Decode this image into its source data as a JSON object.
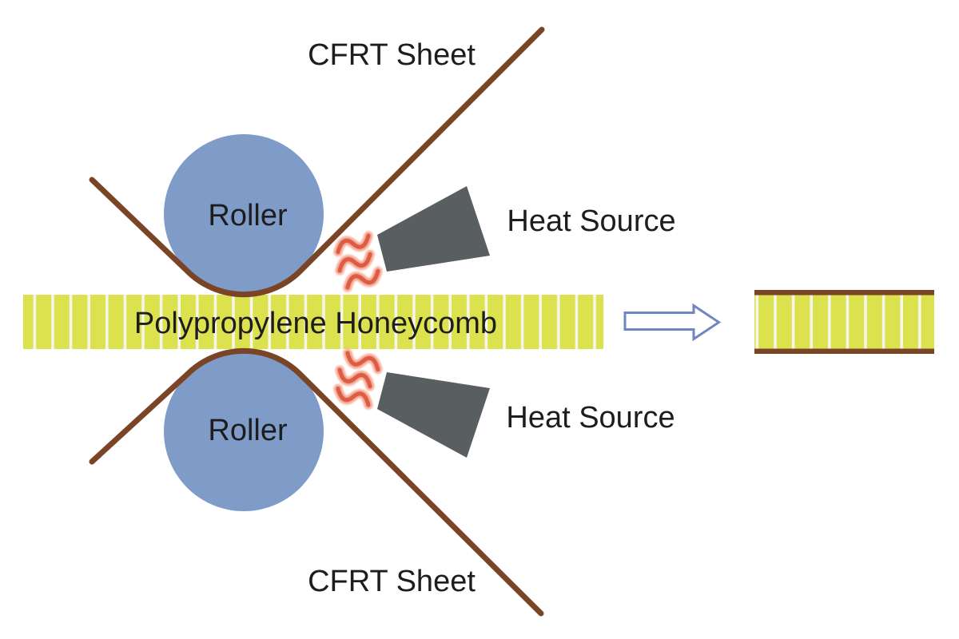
{
  "labels": {
    "cfrt_sheet_top": "CFRT Sheet",
    "cfrt_sheet_bottom": "CFRT Sheet",
    "roller_top": "Roller",
    "roller_bottom": "Roller",
    "heat_source_top": "Heat Source",
    "heat_source_bottom": "Heat Source",
    "honeycomb": "Polypropylene Honeycomb"
  },
  "icons": {
    "flow_arrow": "right-block-arrow",
    "heat_waves": "heat-wave-squiggles"
  },
  "colors": {
    "background": "#ffffff",
    "honeycomb_yellow": "#dce14e",
    "honeycomb_stripe": "#f5f5ec",
    "roller_blue": "#7f9cc9",
    "cfrt_sheet_brown": "#7a4527",
    "heat_source_gray": "#595e61",
    "heat_wave_red": "#dc5c44",
    "heat_wave_glow": "#f4a48f",
    "arrow_outline_blue": "#7086c0",
    "label_text": "#1d1d1d"
  }
}
